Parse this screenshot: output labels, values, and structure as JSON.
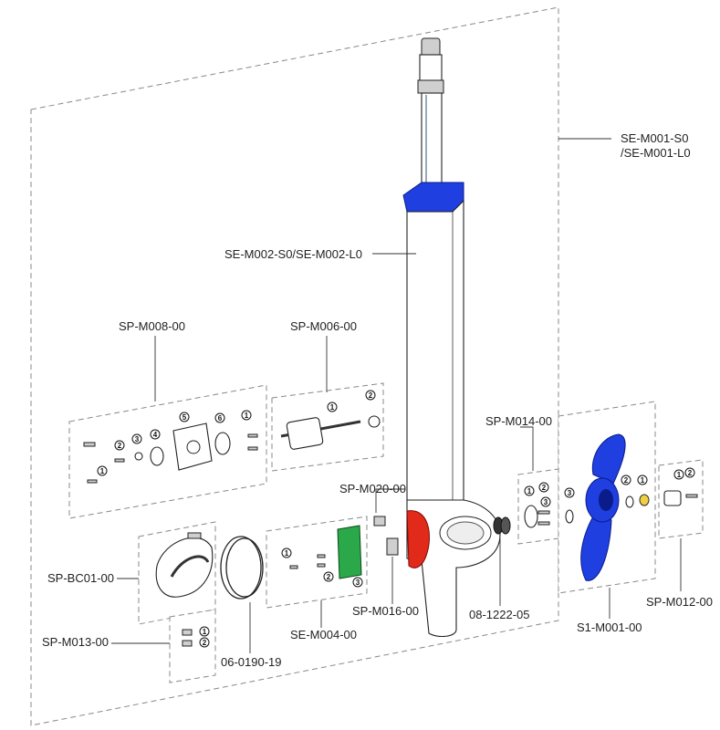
{
  "labels": {
    "se_m001": [
      "SE-M001-S0",
      "/SE-M001-L0"
    ],
    "se_m002": "SE-M002-S0/SE-M002-L0",
    "sp_m008": "SP-M008-00",
    "sp_m006": "SP-M006-00",
    "sp_m014": "SP-M014-00",
    "sp_m020": "SP-M020-00",
    "sp_bc01": "SP-BC01-00",
    "sp_m013": "SP-M013-00",
    "sp_m016": "SP-M016-00",
    "se_m004": "SE-M004-00",
    "part_06_0190_19": "06-0190-19",
    "part_08_1222_05": "08-1222-05",
    "s1_m001": "S1-M001-00",
    "sp_m012": "SP-M012-00"
  },
  "callouts": {
    "m008": [
      "1",
      "2",
      "3",
      "4",
      "5",
      "6",
      "1"
    ],
    "m006": [
      "1",
      "2"
    ],
    "m014": [
      "1",
      "2",
      "3"
    ],
    "prop": [
      "3",
      "2",
      "1"
    ],
    "m012": [
      "1",
      "2"
    ],
    "m004": [
      "1",
      "2",
      "3"
    ],
    "m013": [
      "1",
      "2"
    ]
  },
  "colors": {
    "highlight_blue": "#1f3fe0",
    "highlight_red": "#e22a1a",
    "pcb_green": "#2aa84a"
  }
}
